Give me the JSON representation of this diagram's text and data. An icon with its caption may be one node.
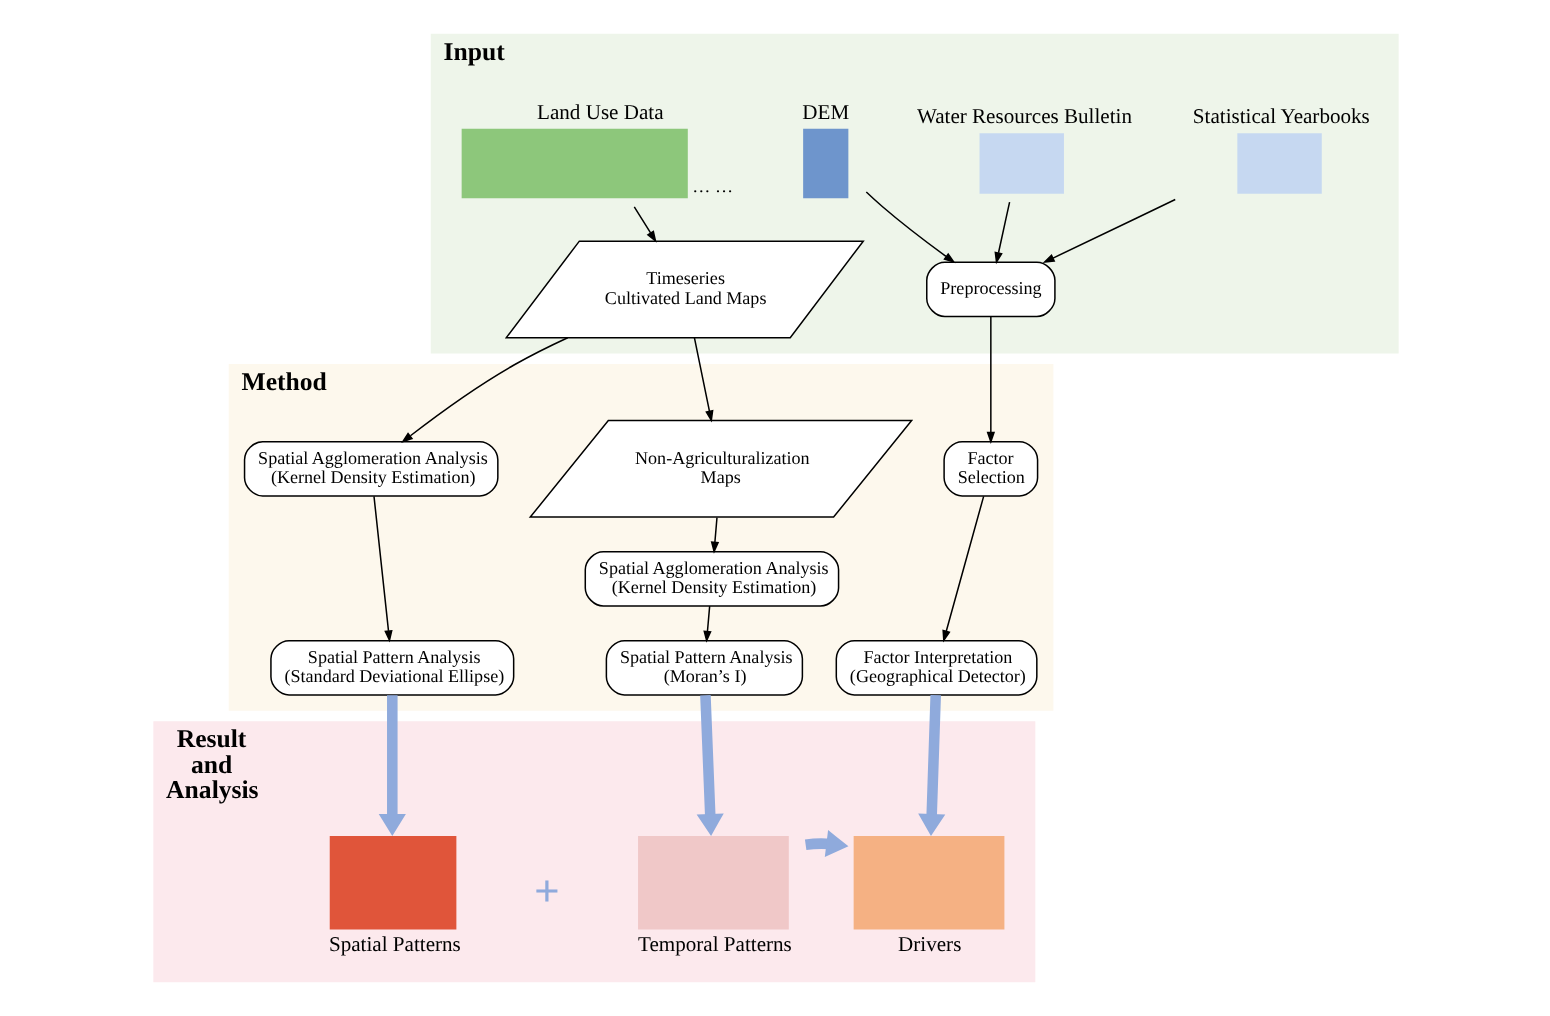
{
  "diagram": {
    "nodes": [
      {
        "text": [
          "Input"
        ]
      },
      {
        "text": [
          "Land Use Data"
        ],
        "in": 0,
        "beside": [
          "… …"
        ]
      },
      {
        "text": [
          "DEM"
        ],
        "in": 0
      },
      {
        "text": [
          "Water Resources Bulletin"
        ],
        "in": 0
      },
      {
        "text": [
          "Statistical Yearbooks"
        ],
        "in": 0
      },
      {
        "text": [
          "Timeseries Cultivated Land Maps"
        ],
        "in": 0
      },
      {
        "text": [
          "Preprocessing"
        ],
        "in": 0
      },
      {
        "text": [
          "Method"
        ]
      },
      {
        "text": [
          "Spatial Agglomeration Analysis (Kernel Density Estimation)"
        ],
        "in": 7
      },
      {
        "text": [
          "Non-Agriculturalization Maps"
        ],
        "in": 7
      },
      {
        "text": [
          "Factor Selection"
        ],
        "in": 7
      },
      {
        "text": [
          "Spatial Agglomeration Analysis (Kernel Density Estimation)"
        ],
        "in": 7
      },
      {
        "text": [
          "Spatial Pattern Analysis (Standard Deviational Ellipse)"
        ],
        "in": 7
      },
      {
        "text": [
          "Spatial Pattern Analysis (Moran’s I)"
        ],
        "in": 7
      },
      {
        "text": [
          "Factor Interpretation (Geographical Detector)"
        ],
        "in": 7
      },
      {
        "text": [
          "Result and Analysis"
        ]
      },
      {
        "text": [
          "Spatial Patterns"
        ],
        "in": 15
      },
      {
        "text": [
          "Temporal Patterns"
        ],
        "in": 15
      },
      {
        "text": [
          "Drivers"
        ],
        "in": 15
      }
    ],
    "edges": [
      {
        "from": 1,
        "to": 5,
        "arrow": "to"
      },
      {
        "from": 2,
        "to": 6,
        "arrow": "to"
      },
      {
        "from": 3,
        "to": 6,
        "arrow": "to"
      },
      {
        "from": 4,
        "to": 6,
        "arrow": "to"
      },
      {
        "from": 5,
        "to": 8,
        "arrow": "to"
      },
      {
        "from": 5,
        "to": 9,
        "arrow": "to"
      },
      {
        "from": 8,
        "to": 12,
        "arrow": "to"
      },
      {
        "from": 9,
        "to": 11,
        "arrow": "to"
      },
      {
        "from": 11,
        "to": 13,
        "arrow": "to"
      },
      {
        "from": 6,
        "to": 10,
        "arrow": "to"
      },
      {
        "from": 10,
        "to": 14,
        "arrow": "to"
      },
      {
        "from": 12,
        "to": 16,
        "arrow": "to",
        "style": "thick",
        "color": "#8faadc"
      },
      {
        "from": 13,
        "to": 17,
        "arrow": "to",
        "style": "thick",
        "color": "#8faadc"
      },
      {
        "from": 14,
        "to": 18,
        "arrow": "to",
        "style": "thick",
        "color": "#8faadc"
      },
      {
        "from": 17,
        "to": 18,
        "arrow": "to",
        "style": "thick",
        "color": "#8faadc"
      }
    ],
    "labels": [
      "+"
    ]
  }
}
